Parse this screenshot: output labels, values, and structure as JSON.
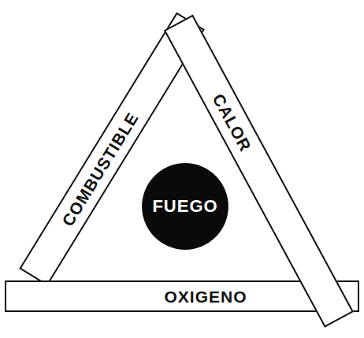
{
  "diagram": {
    "nodes": [
      {
        "text": [
          "COMBUSTIBLE"
        ]
      },
      {
        "text": [
          "CALOR"
        ]
      },
      {
        "text": [
          "FUEGO"
        ]
      },
      {
        "text": [
          "OXIGENO"
        ]
      }
    ]
  }
}
